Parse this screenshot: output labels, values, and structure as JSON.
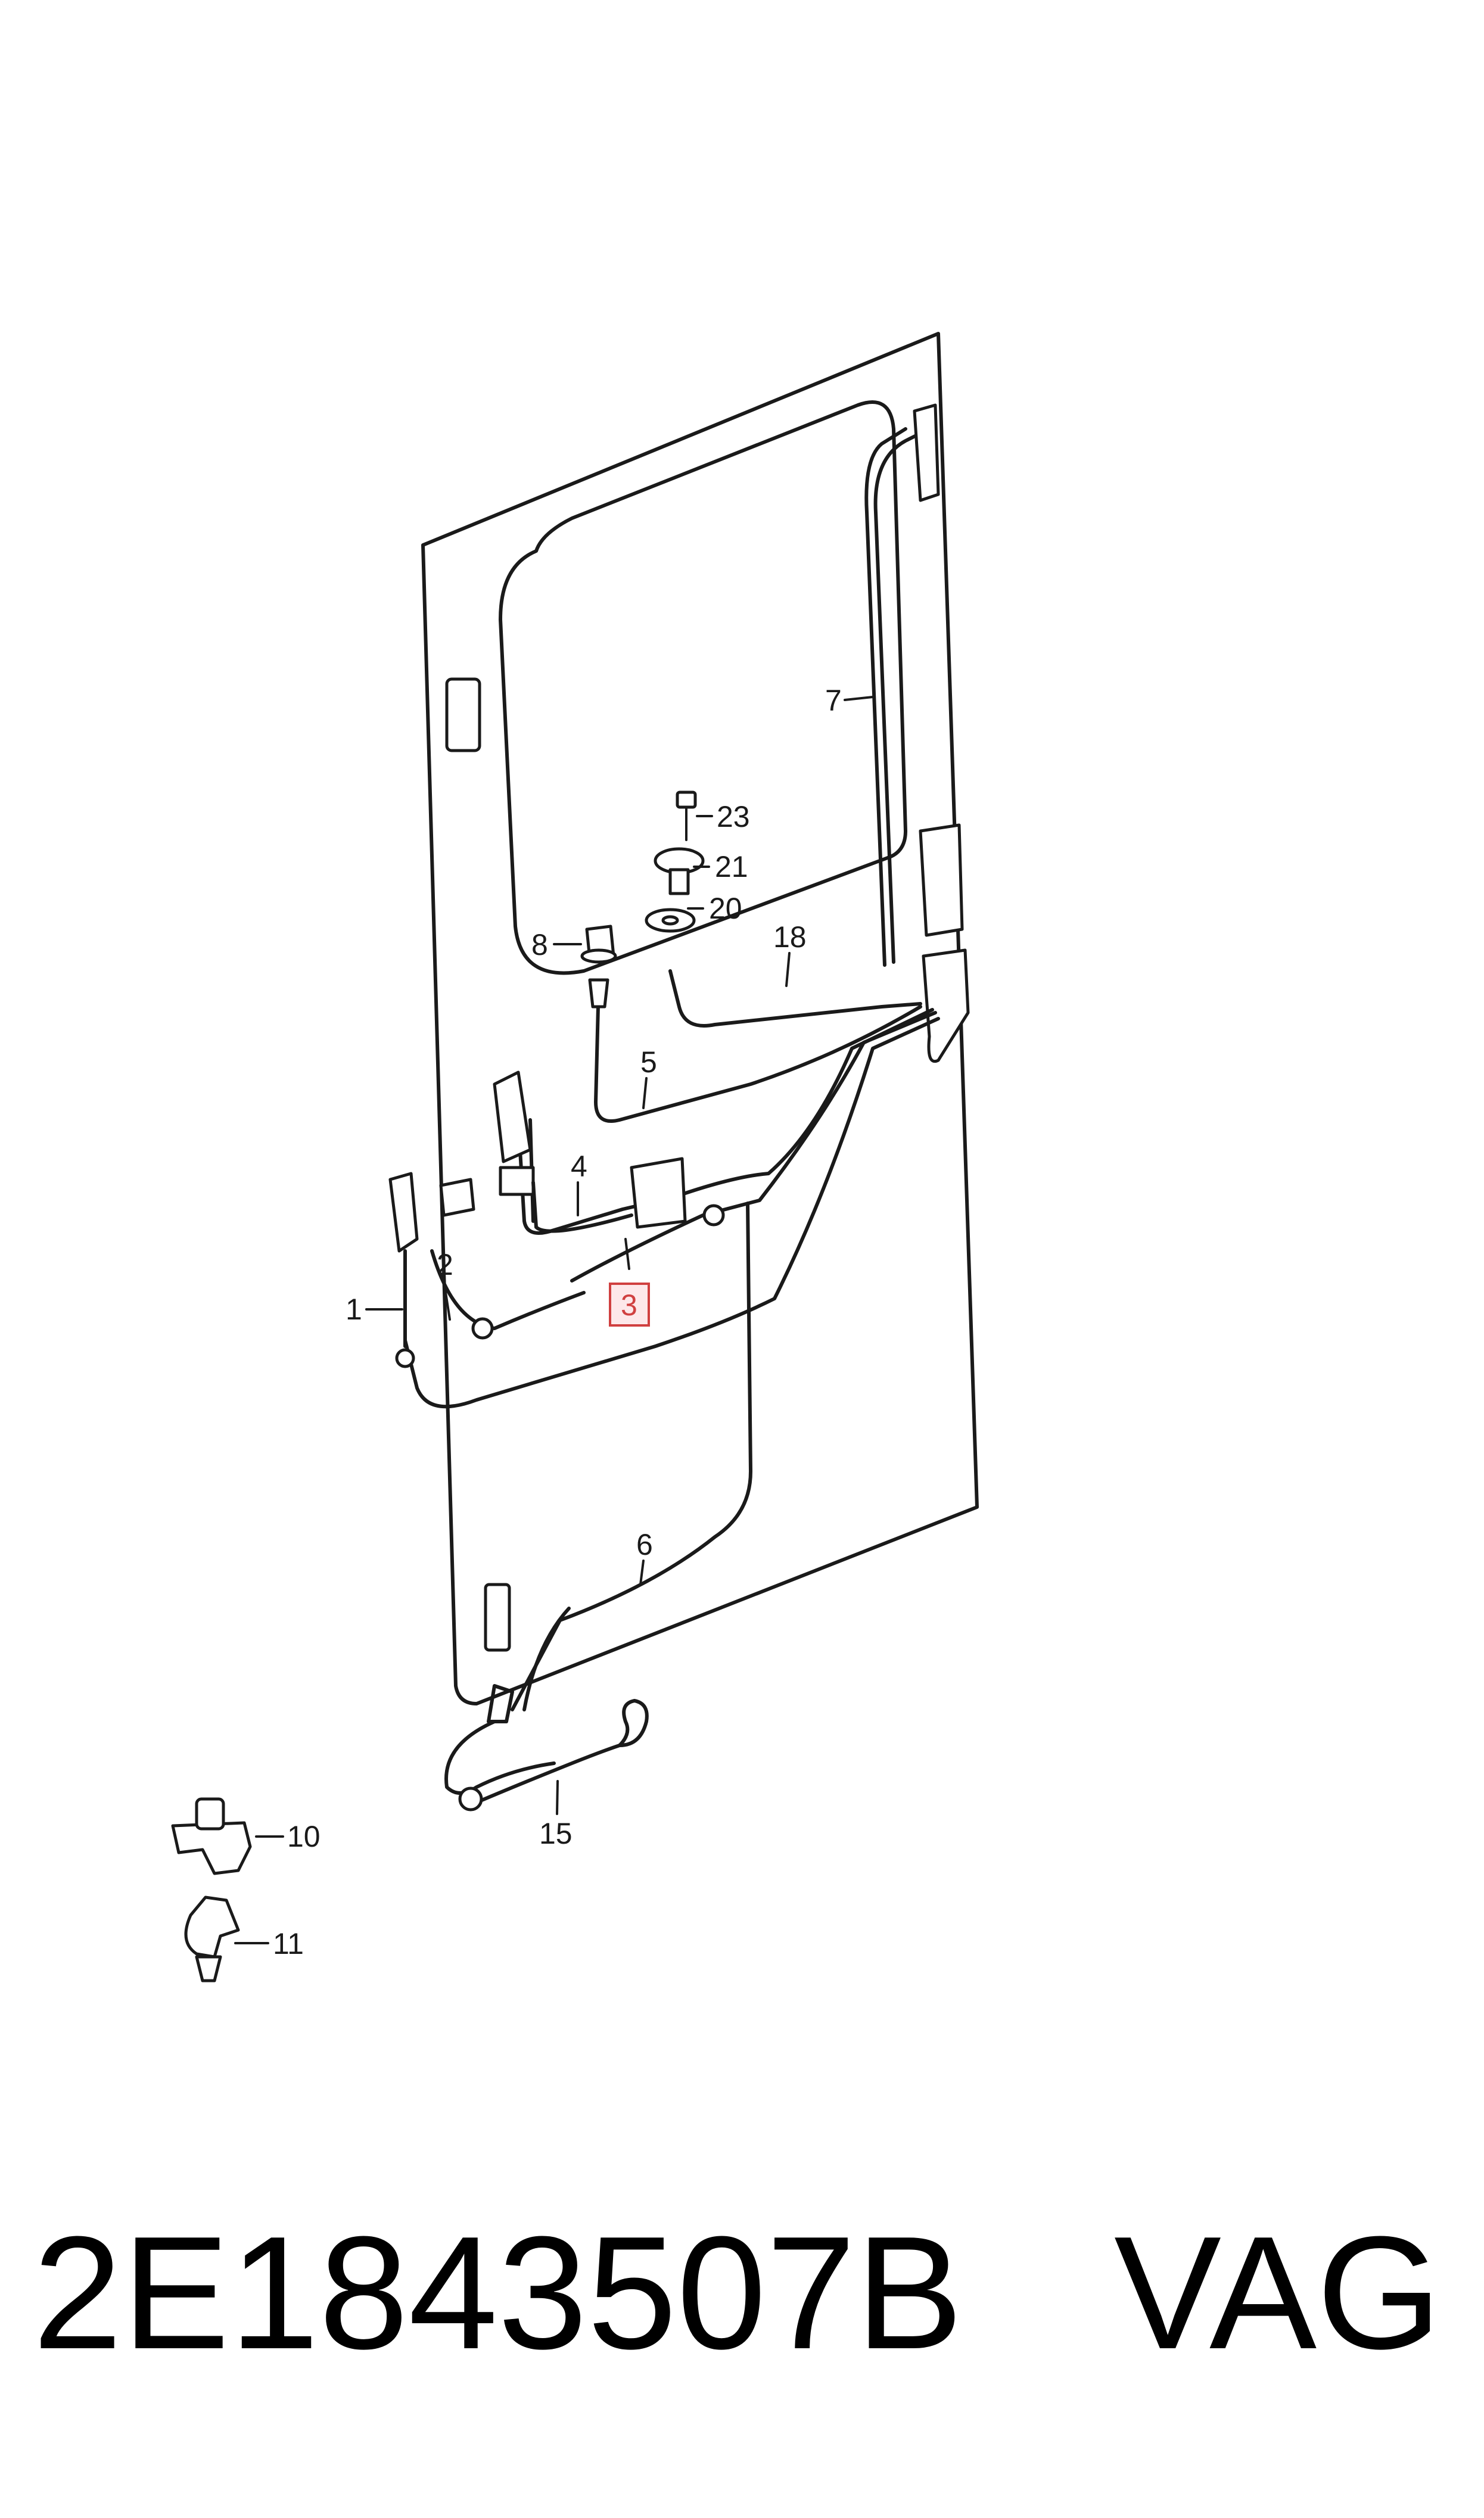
{
  "callouts": [
    {
      "id": "c1",
      "label": "1"
    },
    {
      "id": "c2",
      "label": "2"
    },
    {
      "id": "c3",
      "label": "3",
      "highlighted": true
    },
    {
      "id": "c4",
      "label": "4"
    },
    {
      "id": "c5",
      "label": "5"
    },
    {
      "id": "c6",
      "label": "6"
    },
    {
      "id": "c7",
      "label": "7"
    },
    {
      "id": "c8",
      "label": "8"
    },
    {
      "id": "c10",
      "label": "10"
    },
    {
      "id": "c11",
      "label": "11"
    },
    {
      "id": "c15",
      "label": "15"
    },
    {
      "id": "c18",
      "label": "18"
    },
    {
      "id": "c20",
      "label": "20"
    },
    {
      "id": "c21",
      "label": "21"
    },
    {
      "id": "c23",
      "label": "23"
    }
  ],
  "footer": {
    "part_number": "2E1843507B",
    "brand": "VAG"
  },
  "colors": {
    "line": "#1a1a1a",
    "highlight": "#d04040",
    "highlight_fill": "#fde8ea"
  }
}
